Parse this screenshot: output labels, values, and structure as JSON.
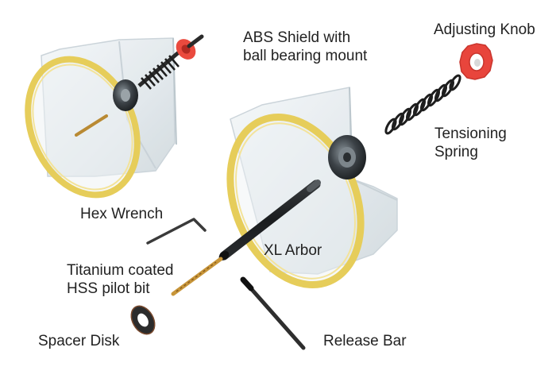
{
  "labels": {
    "abs_shield_line1": "ABS Shield with",
    "abs_shield_line2": "ball bearing mount",
    "adjusting_knob": "Adjusting Knob",
    "tensioning_line1": "Tensioning",
    "tensioning_line2": "Spring",
    "hex_wrench": "Hex Wrench",
    "xl_arbor": "XL Arbor",
    "pilot_line1": "Titanium coated",
    "pilot_line2": "HSS pilot bit",
    "spacer_disk": "Spacer Disk",
    "release_bar": "Release Bar"
  },
  "colors": {
    "rim_yellow": "#e9d36a",
    "shield_clear": "#e6ecef",
    "knob_red": "#e8453c",
    "bit_gold": "#c8963a",
    "metal_dark": "#2b2b2b"
  }
}
